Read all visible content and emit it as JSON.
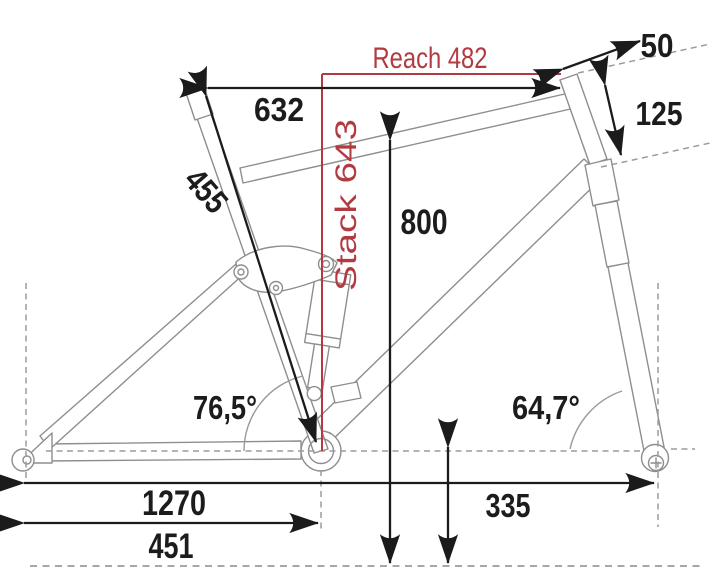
{
  "diagram": {
    "title": "bike-frame-geometry",
    "accent_color": "#b23b41",
    "line_color": "#1b1b1b",
    "frame_color": "#8e8e8e"
  },
  "labels": {
    "reach": "Reach 482",
    "stack": "Stack 643",
    "top_tube": "632",
    "stem": "50",
    "head_tube": "125",
    "seat_tube": "455",
    "seat_height": "800",
    "seat_angle": "76,5°",
    "head_angle": "64,7°",
    "wheelbase": "1270",
    "chainstay": "451",
    "bb_height": "335"
  }
}
